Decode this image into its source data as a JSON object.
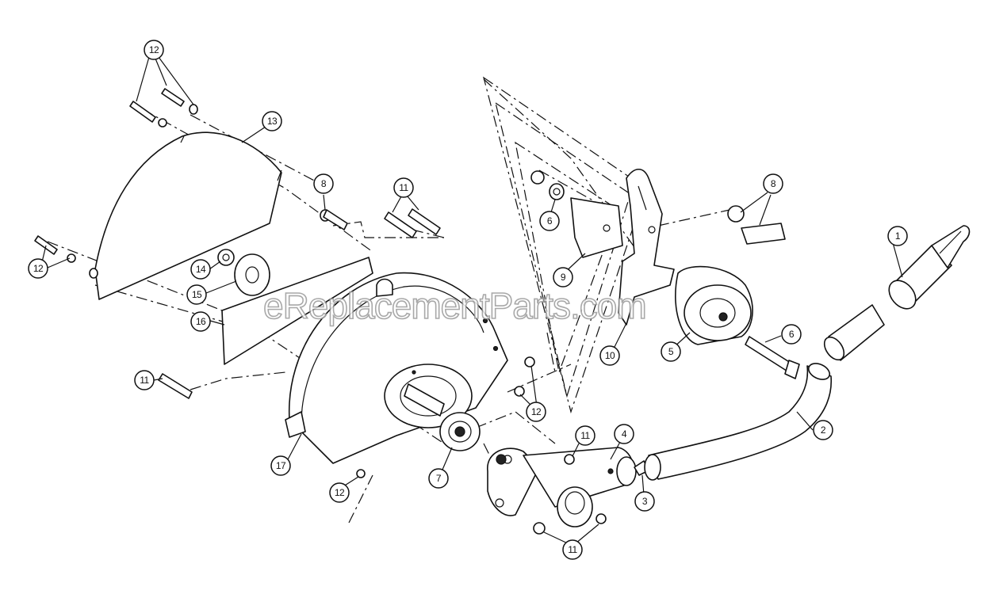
{
  "watermark": "eReplacementParts.com",
  "callouts": [
    {
      "id": "c1",
      "label": "1"
    },
    {
      "id": "c2",
      "label": "2"
    },
    {
      "id": "c3",
      "label": "3"
    },
    {
      "id": "c4",
      "label": "4"
    },
    {
      "id": "c5",
      "label": "5"
    },
    {
      "id": "c6a",
      "label": "6"
    },
    {
      "id": "c6b",
      "label": "6"
    },
    {
      "id": "c7",
      "label": "7"
    },
    {
      "id": "c8a",
      "label": "8"
    },
    {
      "id": "c8b",
      "label": "8"
    },
    {
      "id": "c9",
      "label": "9"
    },
    {
      "id": "c10",
      "label": "10"
    },
    {
      "id": "c11a",
      "label": "11"
    },
    {
      "id": "c11b",
      "label": "11"
    },
    {
      "id": "c11c",
      "label": "11"
    },
    {
      "id": "c11d",
      "label": "11"
    },
    {
      "id": "c12a",
      "label": "12"
    },
    {
      "id": "c12b",
      "label": "12"
    },
    {
      "id": "c12c",
      "label": "12"
    },
    {
      "id": "c12d",
      "label": "12"
    },
    {
      "id": "c13",
      "label": "13"
    },
    {
      "id": "c14",
      "label": "14"
    },
    {
      "id": "c15",
      "label": "15"
    },
    {
      "id": "c16",
      "label": "16"
    },
    {
      "id": "c17",
      "label": "17"
    }
  ]
}
